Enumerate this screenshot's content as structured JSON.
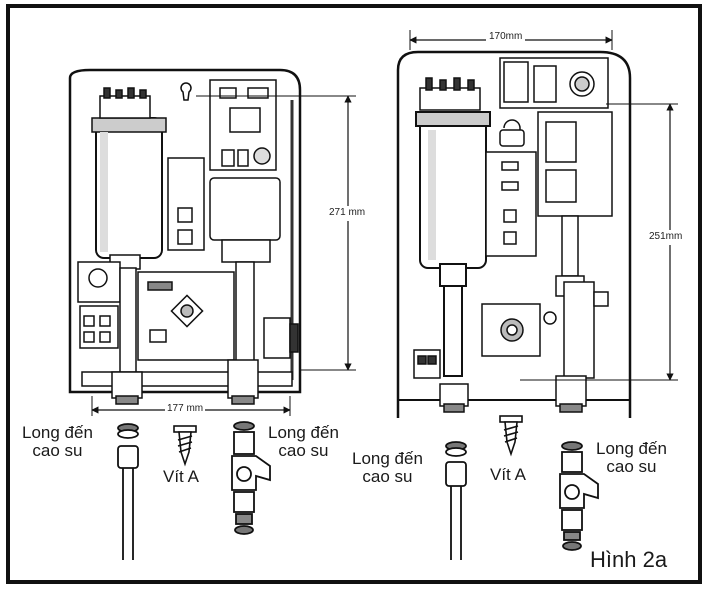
{
  "figure": {
    "caption": "Hình 2a"
  },
  "left_heater": {
    "width_dim": "177 mm",
    "height_dim": "271 mm",
    "washer_left": {
      "line1": "Long đến",
      "line2": "cao su"
    },
    "screw": "Vít A",
    "washer_right": {
      "line1": "Long đến",
      "line2": "cao su"
    }
  },
  "right_heater": {
    "width_dim": "170mm",
    "height_dim": "251mm",
    "washer_left": {
      "line1": "Long đến",
      "line2": "cao su"
    },
    "screw": "Vít A",
    "washer_right": {
      "line1": "Long đến",
      "line2": "cao su"
    }
  }
}
